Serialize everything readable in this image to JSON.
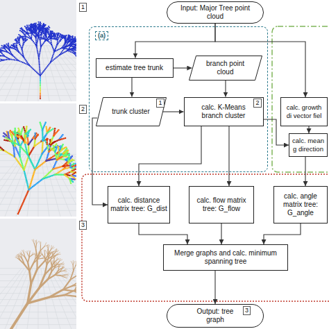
{
  "diagram": {
    "nodes": [
      {
        "text": [
          "Input: Major Tree point cloud"
        ]
      },
      {
        "text": [
          "(a)"
        ]
      },
      {
        "text": [
          "estimate tree trunk"
        ],
        "in": 1
      },
      {
        "text": [
          "branch point cloud"
        ],
        "in": 1
      },
      {
        "text": [
          "trunk cluster"
        ],
        "in": 1
      },
      {
        "text": [
          "calc. K-Means branch cluster"
        ],
        "in": 1
      },
      {
        "text": [
          "calc. growth di vector fiel"
        ]
      },
      {
        "text": [
          "calc. mean g direction"
        ]
      },
      {
        "text": [
          "calc. distance matrix tree: G_dist"
        ]
      },
      {
        "text": [
          "calc. flow matrix tree: G_flow"
        ]
      },
      {
        "text": [
          "calc. angle matrix tree: G_angle"
        ]
      },
      {
        "text": [
          "Merge graphs and calc. minimum spanning tree"
        ]
      },
      {
        "text": [
          "Output: tree graph"
        ]
      }
    ],
    "edges": [
      {
        "from": 0,
        "to": 2,
        "arrow": "to"
      },
      {
        "from": 0,
        "to": 6,
        "arrow": "to"
      },
      {
        "from": 2,
        "to": 3,
        "arrow": "to"
      },
      {
        "from": 2,
        "to": 4,
        "arrow": "to"
      },
      {
        "from": 3,
        "to": 5,
        "arrow": "to"
      },
      {
        "from": 4,
        "to": 5,
        "arrow": "to"
      },
      {
        "from": 4,
        "to": 8,
        "arrow": "to"
      },
      {
        "from": 5,
        "to": 8,
        "arrow": "to"
      },
      {
        "from": 5,
        "to": 9,
        "arrow": "to"
      },
      {
        "from": 5,
        "to": 7,
        "arrow": "to"
      },
      {
        "from": 6,
        "to": 7,
        "arrow": "to"
      },
      {
        "from": 7,
        "to": 10,
        "arrow": "to"
      },
      {
        "from": 8,
        "to": 11,
        "arrow": "to"
      },
      {
        "from": 9,
        "to": 11,
        "arrow": "to"
      },
      {
        "from": 10,
        "to": 11,
        "arrow": "to"
      },
      {
        "from": 11,
        "to": 12,
        "arrow": "to"
      }
    ],
    "labels": [
      "1",
      "2",
      "3",
      "1",
      "2",
      "3"
    ]
  }
}
